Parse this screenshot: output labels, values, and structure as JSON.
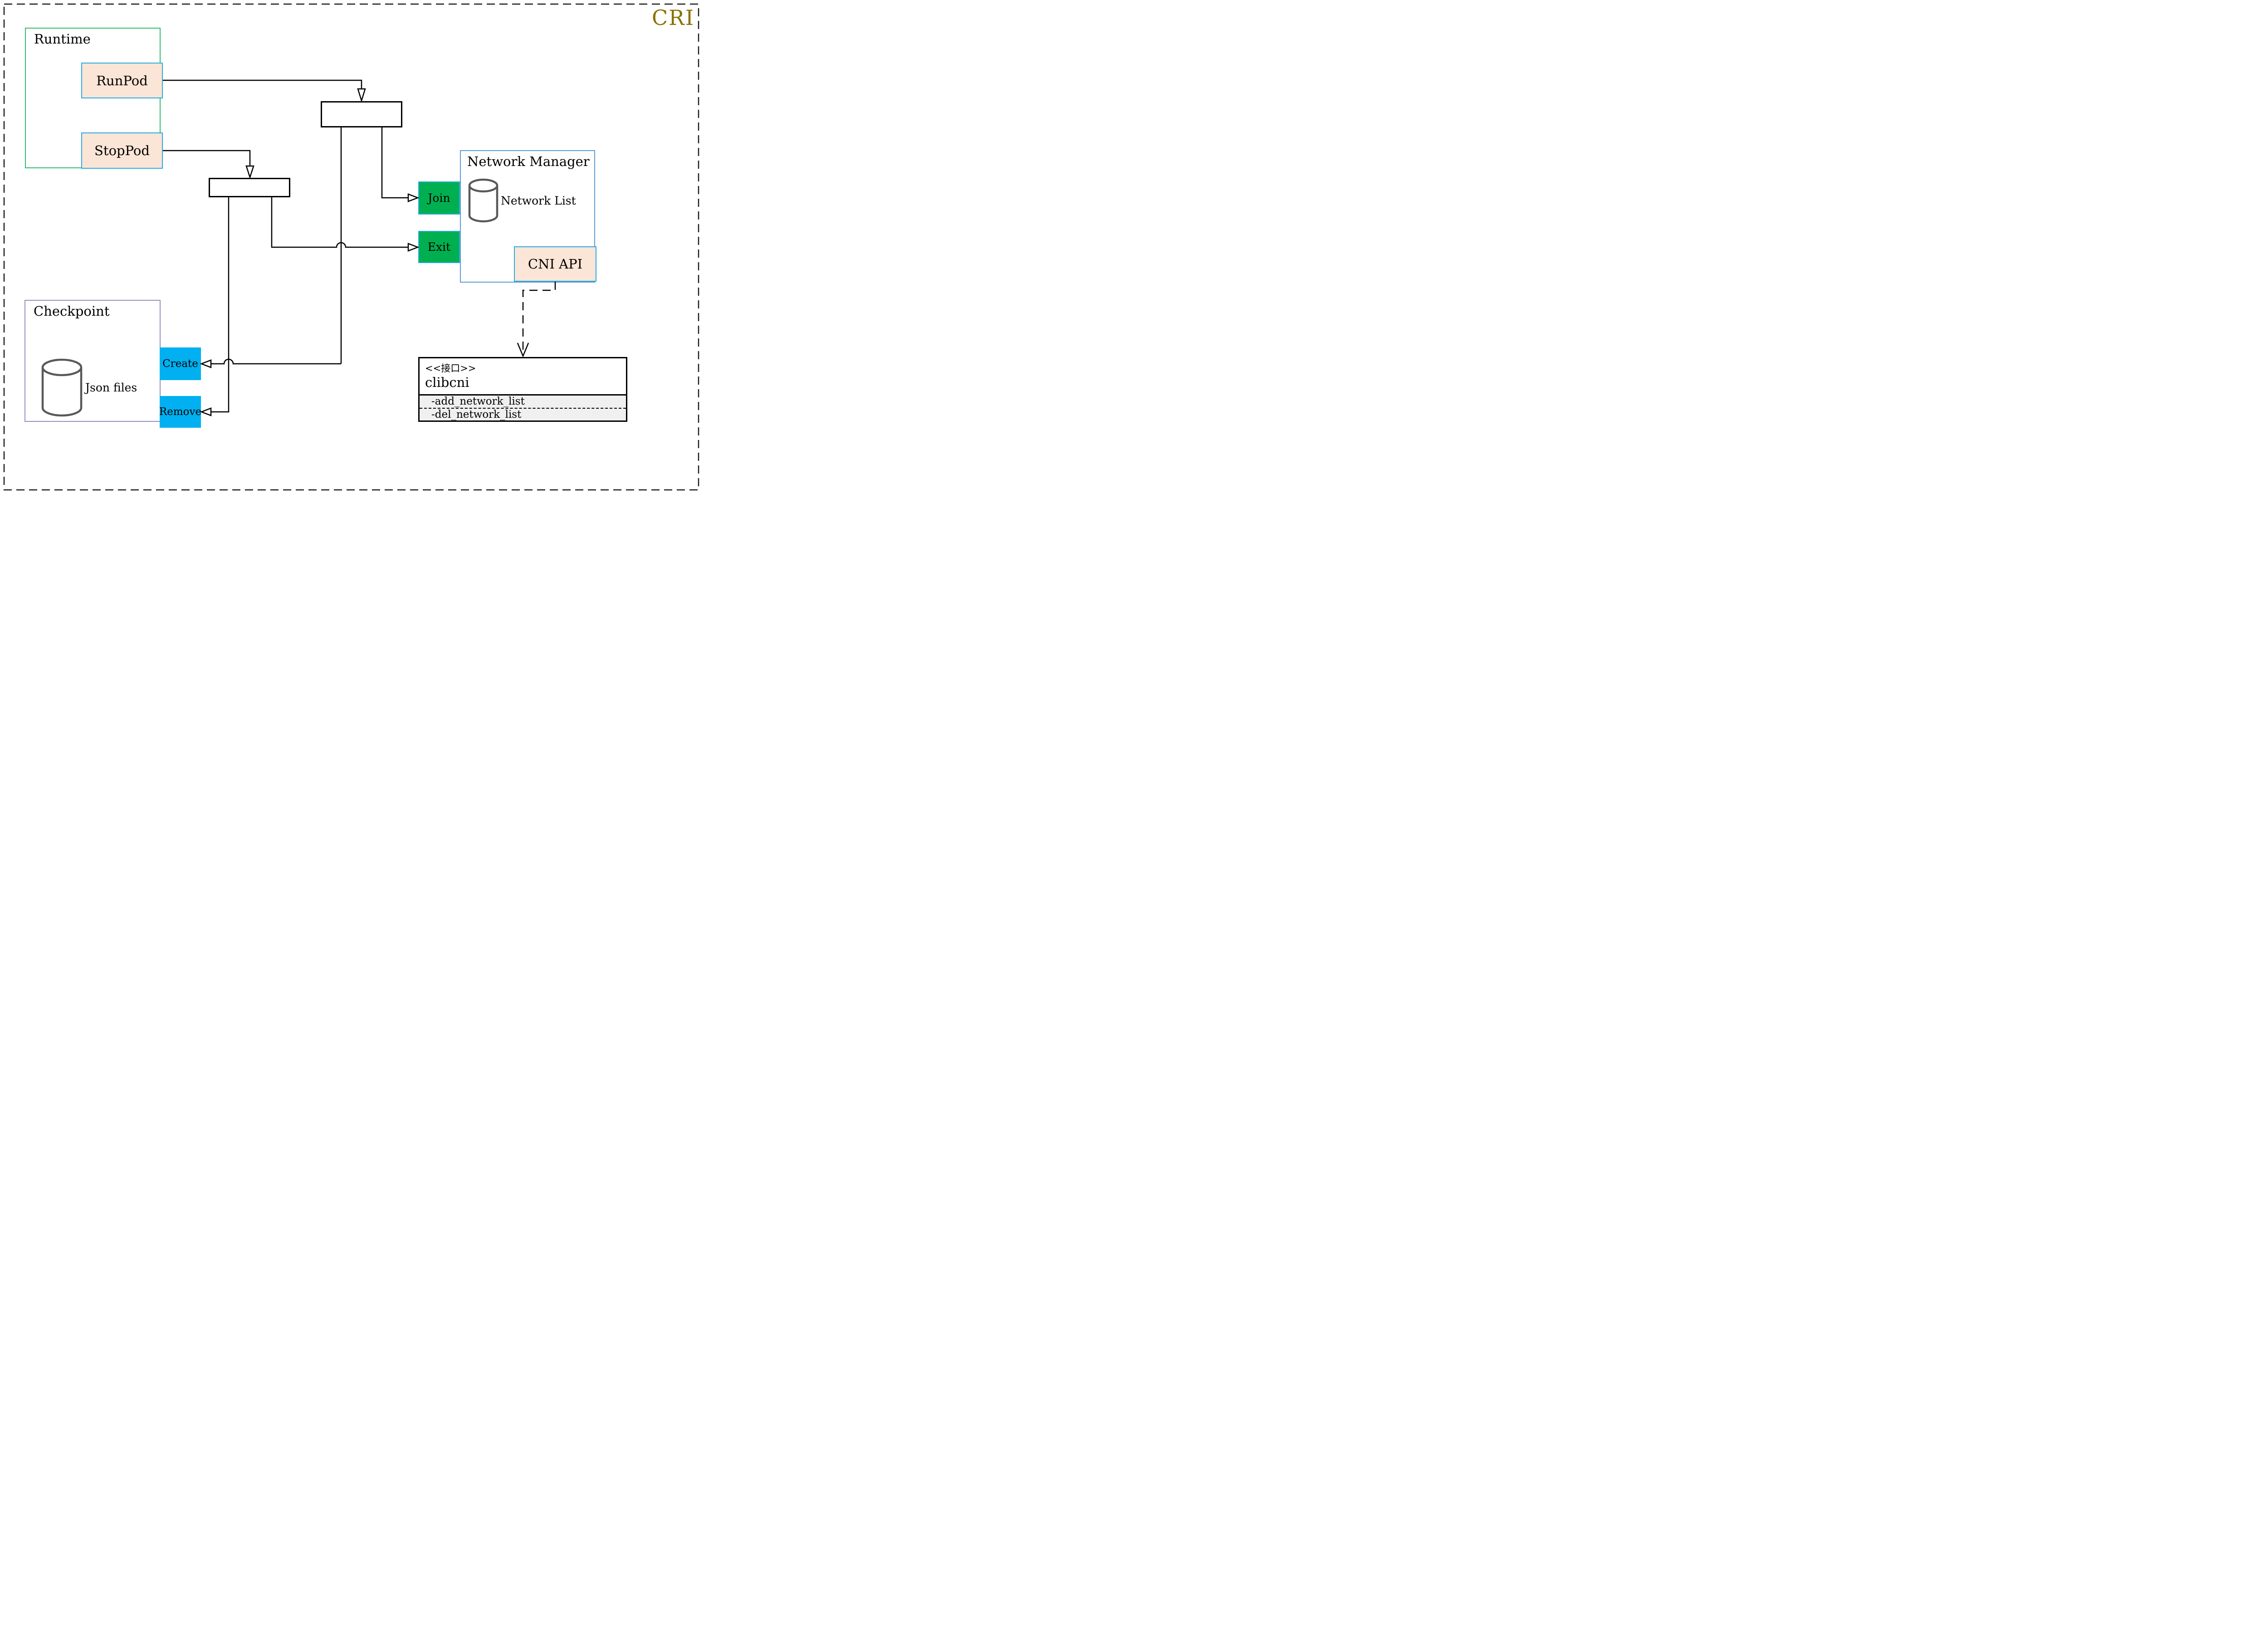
{
  "page": {
    "badge": "CRI"
  },
  "colors": {
    "badge_gold": "#8a7000",
    "runtime_border": "#2ebd6b",
    "node_fill_peach": "#fbe5d6",
    "node_border_blue": "#29abe2",
    "action_green": "#00b050",
    "action_cyan": "#00b0f0",
    "network_manager_border": "#5b9bd5",
    "checkpoint_border": "#9a8ec4",
    "cylinder_stroke": "#595959",
    "connector_black": "#000000"
  },
  "runtime": {
    "label": "Runtime",
    "runpod_label": "RunPod",
    "stoppod_label": "StopPod"
  },
  "network_manager": {
    "label": "Network Manager",
    "network_list_label": "Network List",
    "join_label": "Join",
    "exit_label": "Exit",
    "cni_api_label": "CNI API"
  },
  "checkpoint": {
    "label": "Checkpoint",
    "json_files_label": "Json files",
    "create_label": "Create",
    "remove_label": "Remove"
  },
  "clibcni": {
    "stereotype": "<<接口>>",
    "name": "clibcni",
    "methods": [
      "-add_network_list",
      "-del_network_list"
    ]
  }
}
